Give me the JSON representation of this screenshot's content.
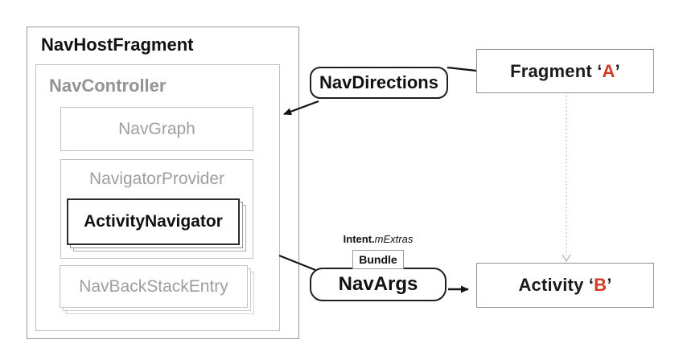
{
  "diagram": {
    "nav_host_fragment": "NavHostFragment",
    "nav_controller": "NavController",
    "nav_graph": "NavGraph",
    "navigator_provider": "NavigatorProvider",
    "activity_navigator": "ActivityNavigator",
    "nav_back_stack_entry": "NavBackStackEntry",
    "nav_directions": "NavDirections",
    "nav_args": "NavArgs",
    "fragment_a": {
      "prefix": "Fragment ‘",
      "letter": "A",
      "suffix": "’"
    },
    "activity_b": {
      "prefix": "Activity ‘",
      "letter": "B",
      "suffix": "’"
    },
    "intent_extras": {
      "bold": "Intent.",
      "italic": "mExtras"
    },
    "bundle": "Bundle"
  },
  "colors": {
    "accent_red": "#d03b27",
    "gray_text": "#939393",
    "gray_text_light": "#9e9e9e",
    "gray_border": "#c0c0c0",
    "mid_border": "#8f8f8f",
    "dark_border": "#1f1f1f"
  }
}
